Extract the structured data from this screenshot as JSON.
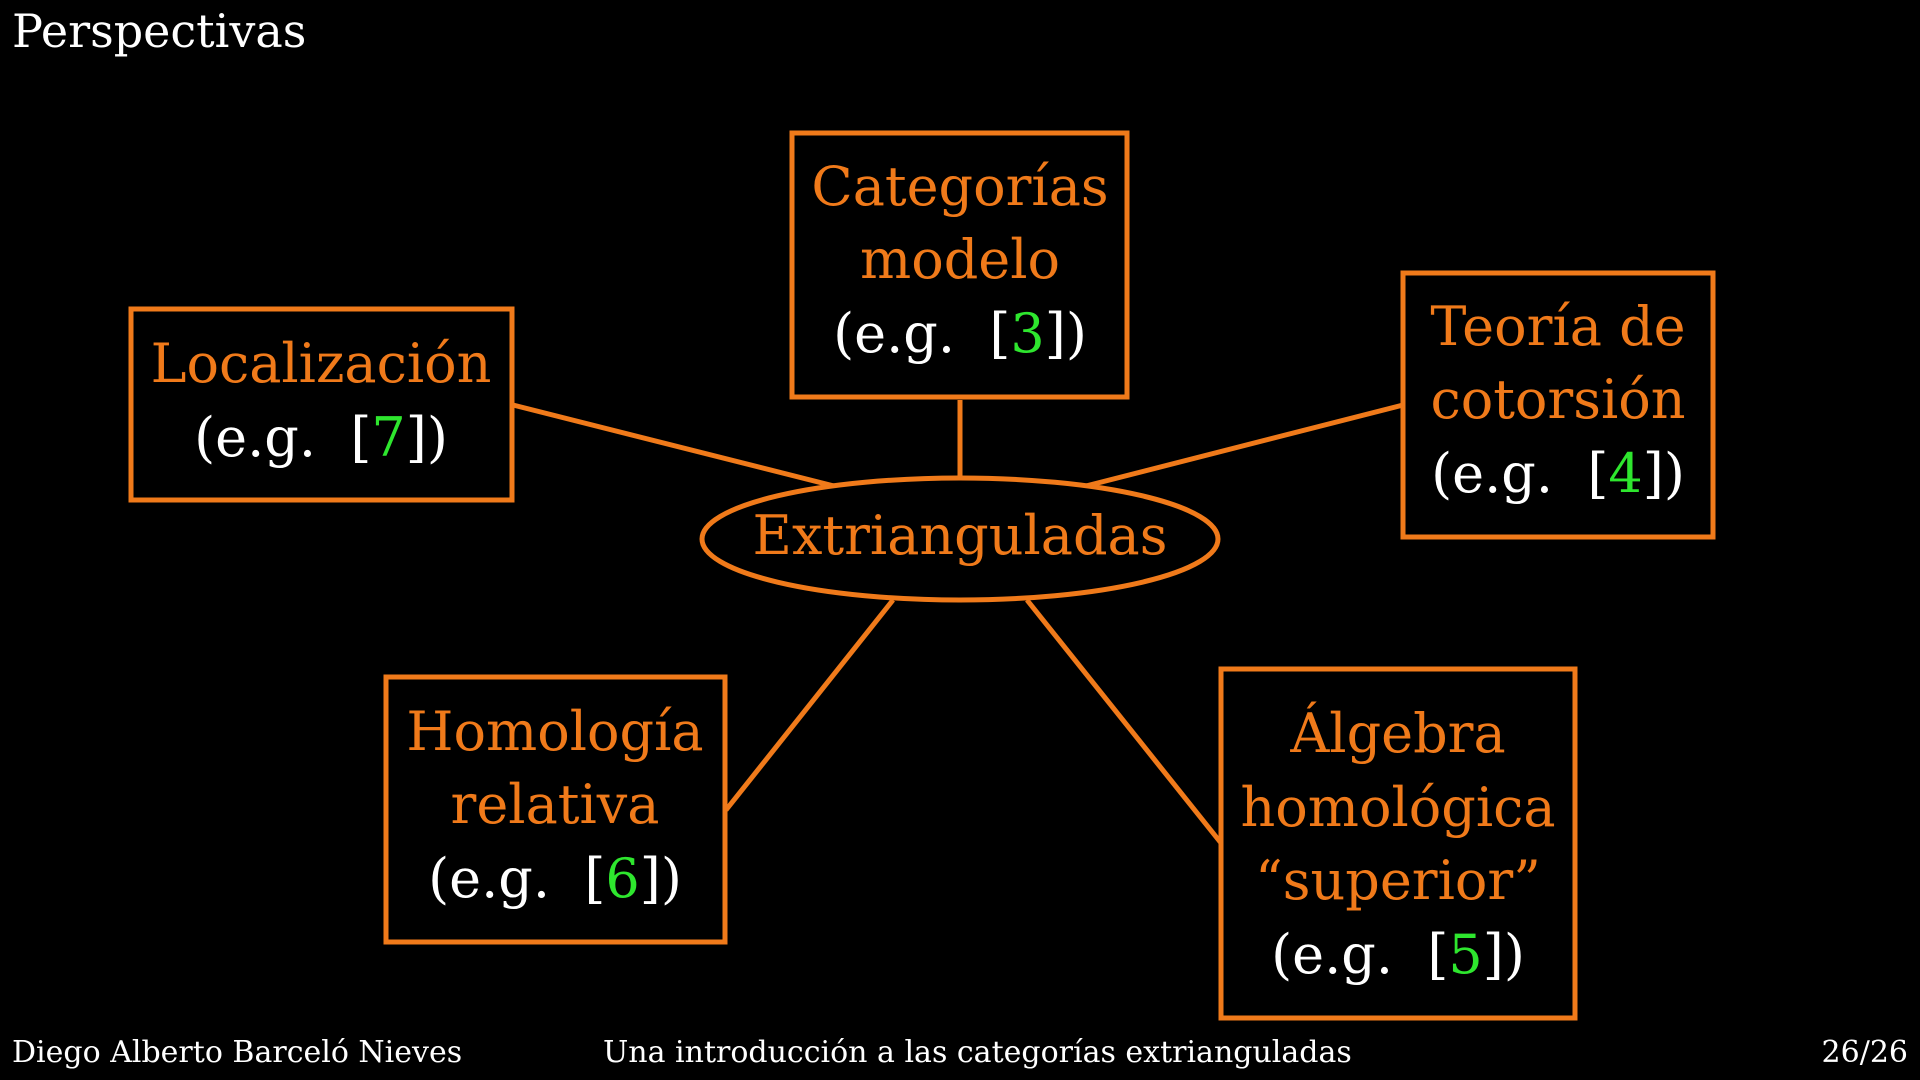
{
  "slide": {
    "title": "Perspectivas"
  },
  "colors": {
    "background": "#000000",
    "accent": "#f07a1a",
    "text": "#ffffff",
    "citation": "#2ee62e"
  },
  "diagram": {
    "center": {
      "label": "Extrianguladas"
    },
    "nodes": {
      "categorias": {
        "lines": [
          "Categorías",
          "modelo"
        ],
        "cite_prefix": "(e.g.  [",
        "cite_number": "3",
        "cite_suffix": "])"
      },
      "localizacion": {
        "lines": [
          "Localización"
        ],
        "cite_prefix": "(e.g.  [",
        "cite_number": "7",
        "cite_suffix": "])"
      },
      "cotorsion": {
        "lines": [
          "Teoría de",
          "cotorsión"
        ],
        "cite_prefix": "(e.g.  [",
        "cite_number": "4",
        "cite_suffix": "])"
      },
      "homologia": {
        "lines": [
          "Homología",
          "relativa"
        ],
        "cite_prefix": "(e.g.  [",
        "cite_number": "6",
        "cite_suffix": "])"
      },
      "algebra": {
        "lines": [
          "Álgebra",
          "homológica",
          "“superior”"
        ],
        "cite_prefix": "(e.g.  [",
        "cite_number": "5",
        "cite_suffix": "])"
      }
    }
  },
  "footer": {
    "author": "Diego Alberto Barceló Nieves",
    "talk_title": "Una introducción a las categorías extrianguladas",
    "page": "26/26"
  }
}
